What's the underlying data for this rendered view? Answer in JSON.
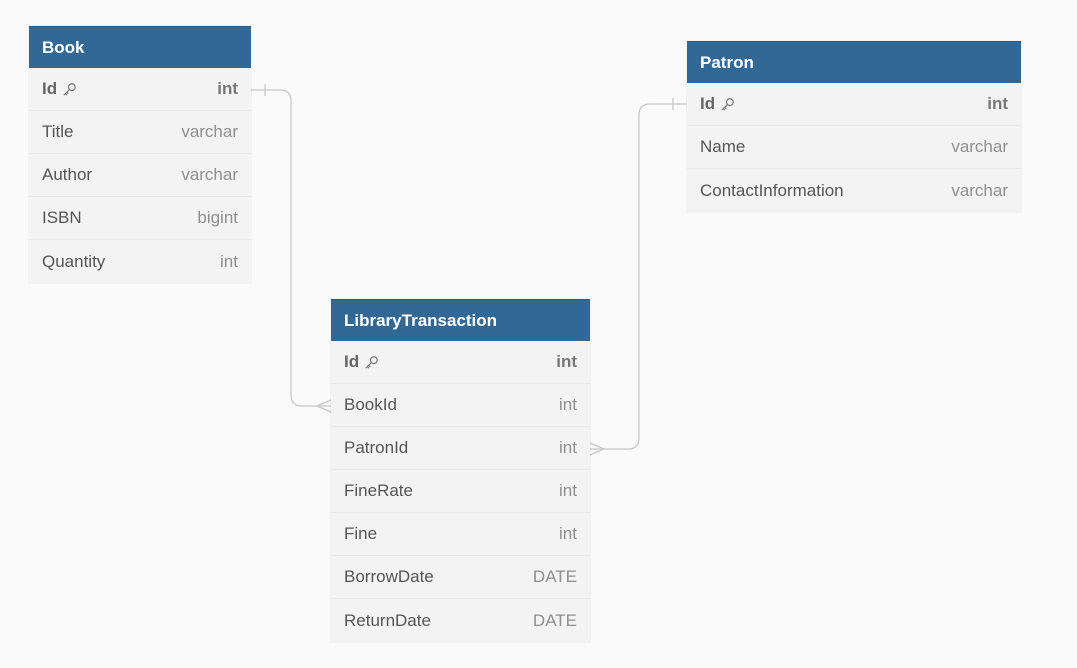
{
  "colors": {
    "header": "#326896",
    "row_bg": "#f3f3f3",
    "connector": "#c8c8c8",
    "canvas": "#fafafa"
  },
  "tables": {
    "book": {
      "title": "Book",
      "fields": [
        {
          "name": "Id",
          "type": "int",
          "pk": true
        },
        {
          "name": "Title",
          "type": "varchar"
        },
        {
          "name": "Author",
          "type": "varchar"
        },
        {
          "name": "ISBN",
          "type": "bigint"
        },
        {
          "name": "Quantity",
          "type": "int"
        }
      ]
    },
    "patron": {
      "title": "Patron",
      "fields": [
        {
          "name": "Id",
          "type": "int",
          "pk": true
        },
        {
          "name": "Name",
          "type": "varchar"
        },
        {
          "name": "ContactInformation",
          "type": "varchar"
        }
      ]
    },
    "transaction": {
      "title": "LibraryTransaction",
      "fields": [
        {
          "name": "Id",
          "type": "int",
          "pk": true
        },
        {
          "name": "BookId",
          "type": "int"
        },
        {
          "name": "PatronId",
          "type": "int"
        },
        {
          "name": "FineRate",
          "type": "int"
        },
        {
          "name": "Fine",
          "type": "int"
        },
        {
          "name": "BorrowDate",
          "type": "DATE"
        },
        {
          "name": "ReturnDate",
          "type": "DATE"
        }
      ]
    }
  },
  "relationships": [
    {
      "from": "Book.Id",
      "to": "LibraryTransaction.BookId",
      "from_cardinality": "one",
      "to_cardinality": "many"
    },
    {
      "from": "Patron.Id",
      "to": "LibraryTransaction.PatronId",
      "from_cardinality": "one",
      "to_cardinality": "many"
    }
  ],
  "icons": {
    "primary_key": "key-icon"
  }
}
